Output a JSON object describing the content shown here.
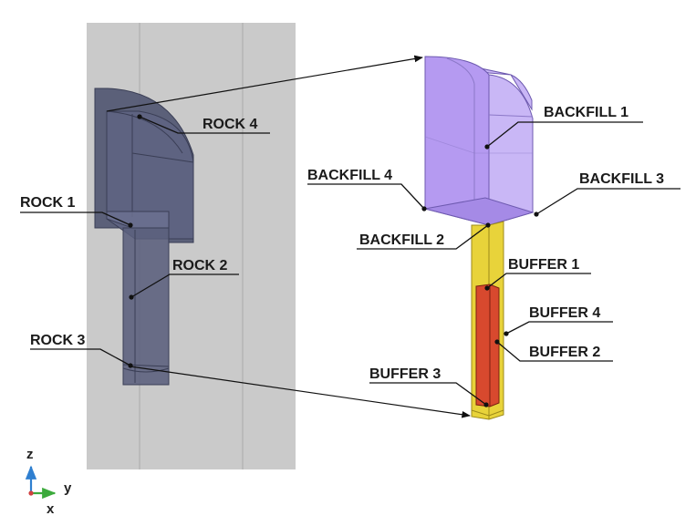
{
  "labels": {
    "rock_1": "ROCK 1",
    "rock_2": "ROCK 2",
    "rock_3": "ROCK 3",
    "rock_4": "ROCK 4",
    "backfill_1": "BACKFILL 1",
    "backfill_2": "BACKFILL 2",
    "backfill_3": "BACKFILL 3",
    "backfill_4": "BACKFILL 4",
    "buffer_1": "BUFFER 1",
    "buffer_2": "BUFFER 2",
    "buffer_3": "BUFFER 3",
    "buffer_4": "BUFFER 4"
  },
  "axes": {
    "z": "z",
    "y": "y",
    "x": "x"
  },
  "colors": {
    "rock_domain": "#c9c9c9",
    "rock_body": "#5a5f78",
    "backfill": "#b79cf2",
    "buffer": "#e6d138",
    "canister": "#d8492e",
    "axis_z": "#2f7fd0",
    "axis_y": "#3caa3c",
    "axis_x": "#d04040"
  }
}
